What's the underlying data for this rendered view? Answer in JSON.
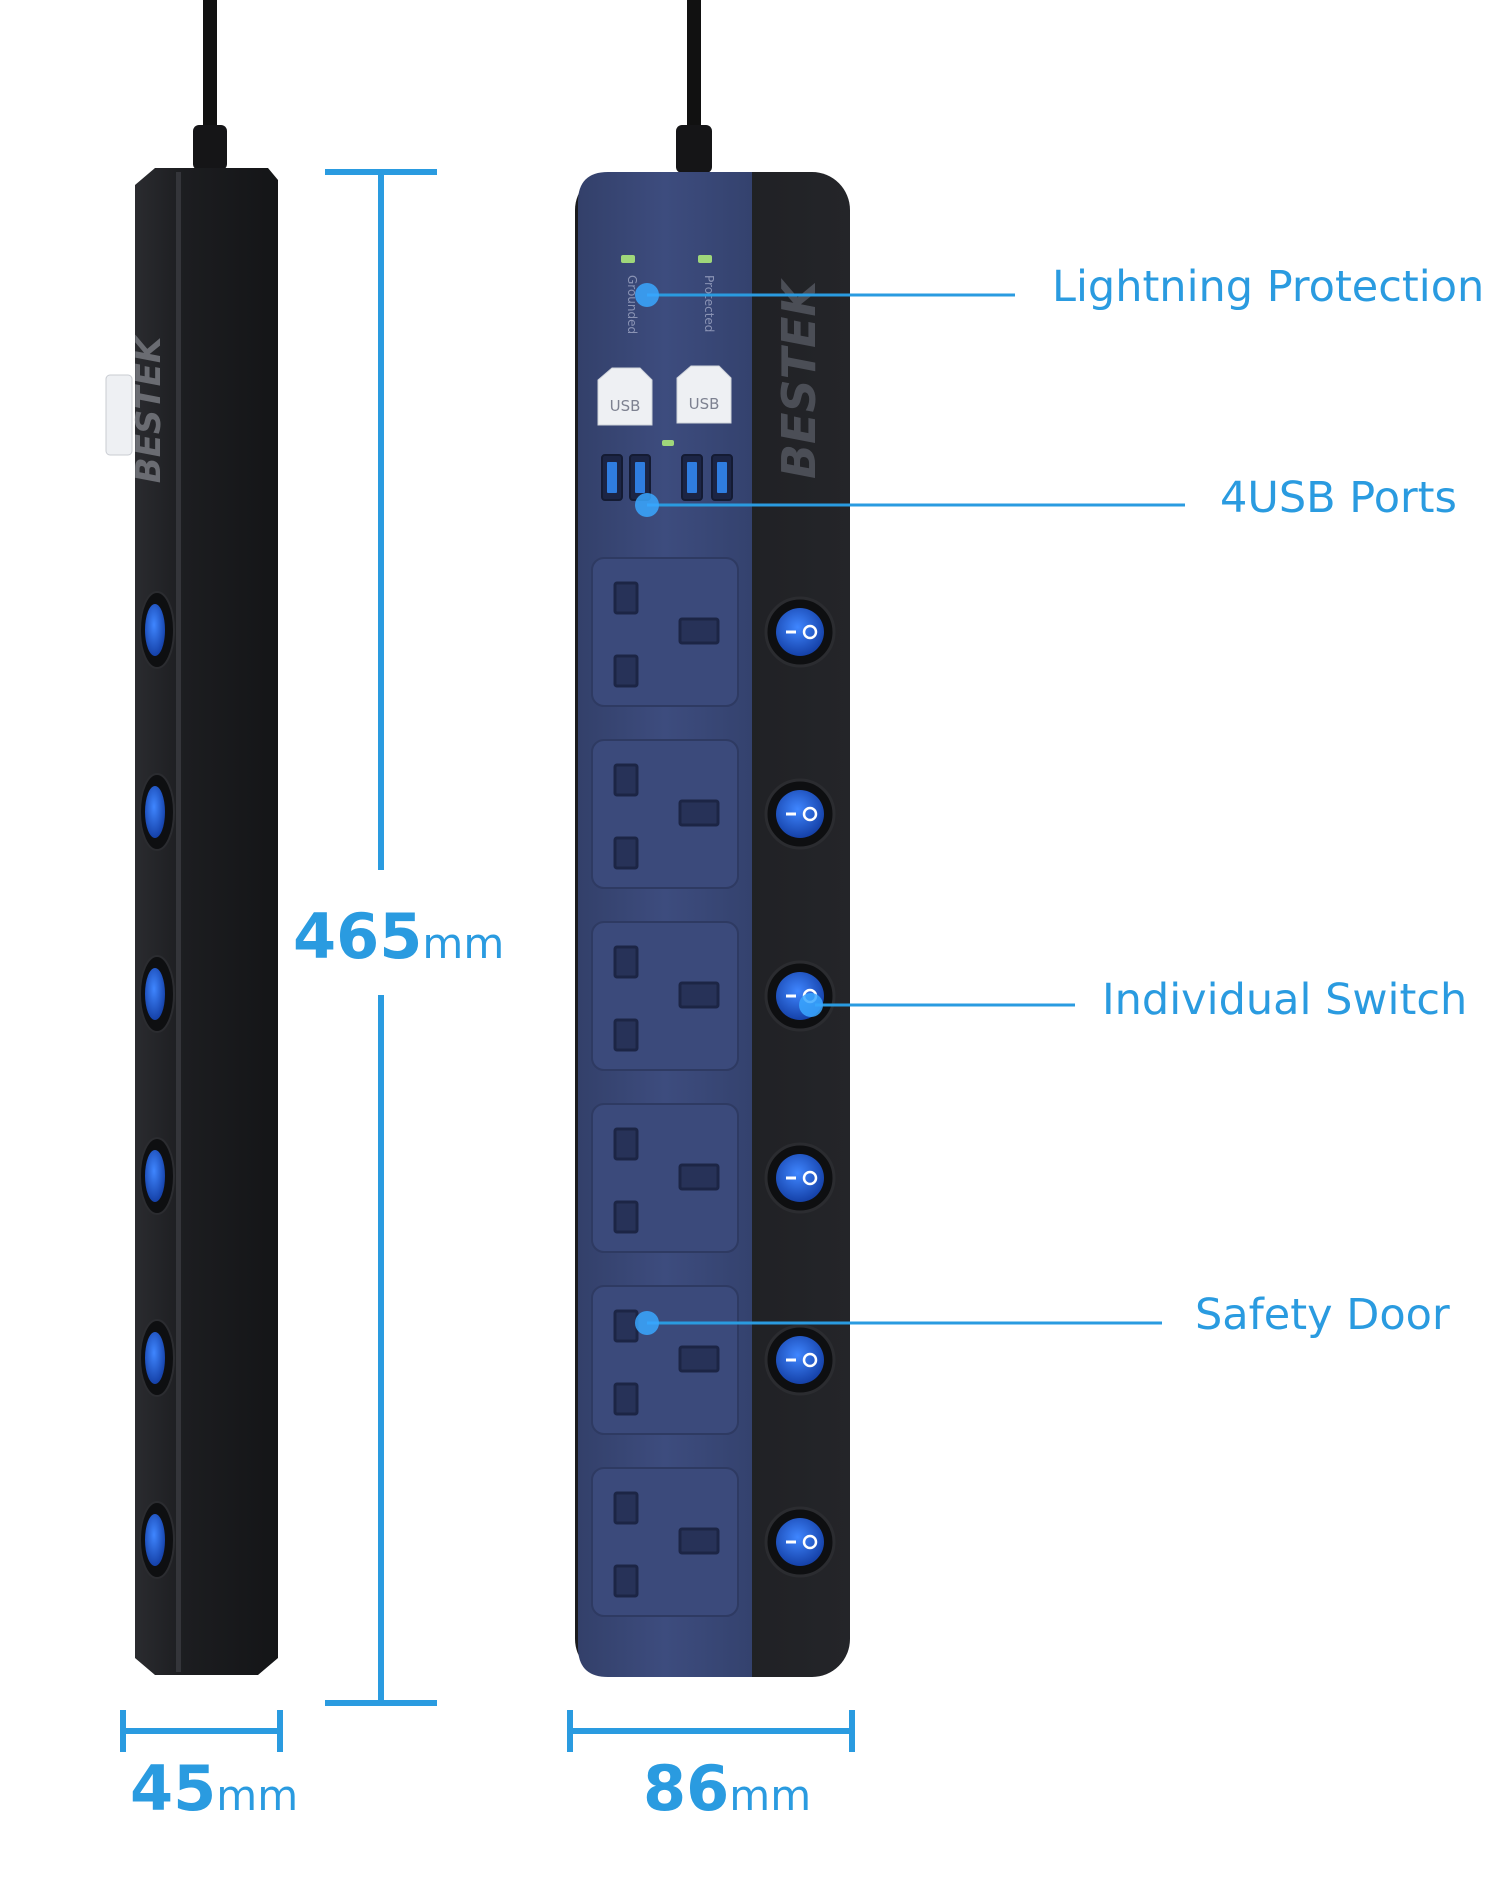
{
  "brand": "BESTEK",
  "indicators": {
    "grounded": "Grounded",
    "protected": "Protected"
  },
  "usb_label": "USB",
  "callouts": {
    "lightning": "Lightning Protection",
    "usb_ports": "4USB Ports",
    "switch": "Individual Switch",
    "safety_door": "Safety Door"
  },
  "dimensions": {
    "length_value": "465",
    "width_value": "86",
    "depth_value": "45",
    "unit": "mm"
  },
  "socket_count": 6,
  "colors": {
    "accent": "#2a9be0",
    "panel_blue": "#3a4a78",
    "body_black": "#1b1c1f",
    "switch_blue": "#1f5fd8"
  }
}
